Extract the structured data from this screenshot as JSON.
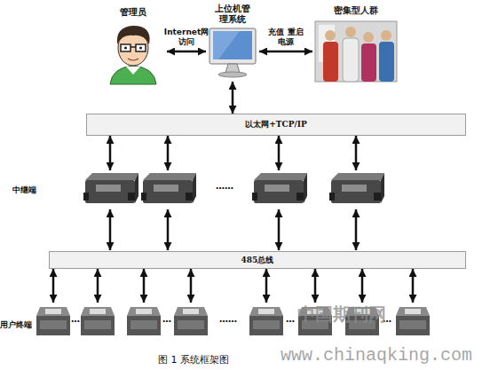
{
  "diagram": {
    "caption": "图 1 系统框架图",
    "nodes": [
      {
        "text": [
          "管理员"
        ]
      },
      {
        "text": [
          "上位机管理系统"
        ]
      },
      {
        "text": [
          "密集型人群"
        ]
      },
      {
        "text": [
          "以太网+TCP/IP"
        ]
      },
      {
        "text": [
          "485总线"
        ]
      }
    ],
    "edges": [
      {
        "from": 0,
        "to": 1,
        "arrow": "both",
        "label": "Internet网 访问"
      },
      {
        "from": 1,
        "to": 2,
        "arrow": "both",
        "label": "充值 重启电源"
      },
      {
        "from": 1,
        "to": 3,
        "arrow": "both"
      }
    ],
    "labels": [
      "中继端",
      "……",
      "用户终端",
      "…",
      "…",
      "……",
      "…",
      "…",
      "中国期刊网",
      "www.chinaqking.com"
    ]
  }
}
